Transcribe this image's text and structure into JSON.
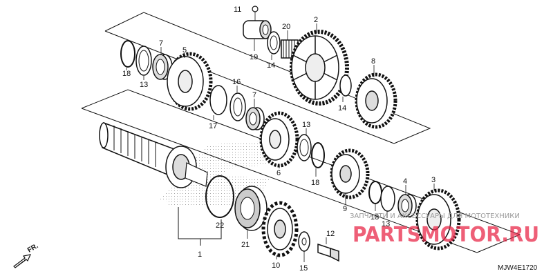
{
  "diagram": {
    "callouts": [
      "11",
      "20",
      "2",
      "7",
      "5",
      "8",
      "18",
      "13",
      "19",
      "14",
      "16",
      "7",
      "14",
      "17",
      "13",
      "6",
      "18",
      "9",
      "4",
      "3",
      "22",
      "18",
      "13",
      "12",
      "21",
      "10",
      "15",
      "1"
    ],
    "direction_label": "FR.",
    "diagram_code": "MJW4E1720",
    "watermark": {
      "tagline": "ЗАПЧАСТИ И АКСЕССУАРЫ ДЛЯ МОТОТЕХНИКИ",
      "brand": "PARTSMOTOR.RU",
      "color": "#e8294a"
    }
  }
}
